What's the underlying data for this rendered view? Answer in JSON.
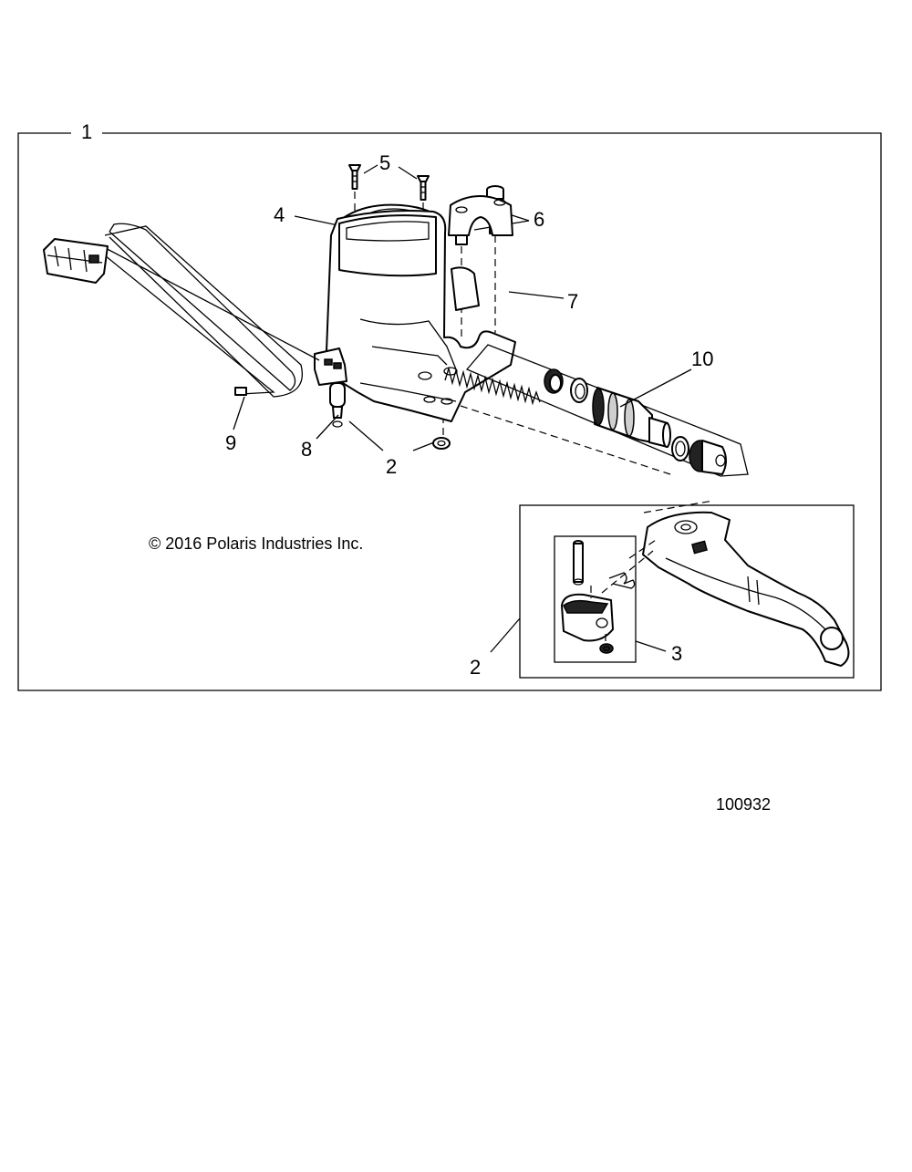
{
  "callouts": {
    "c1": "1",
    "c2a": "2",
    "c2b": "2",
    "c3": "3",
    "c4": "4",
    "c5": "5",
    "c6": "6",
    "c7": "7",
    "c8": "8",
    "c9": "9",
    "c10": "10"
  },
  "copyright": "© 2016 Polaris Industries Inc.",
  "figure_number": "100932"
}
